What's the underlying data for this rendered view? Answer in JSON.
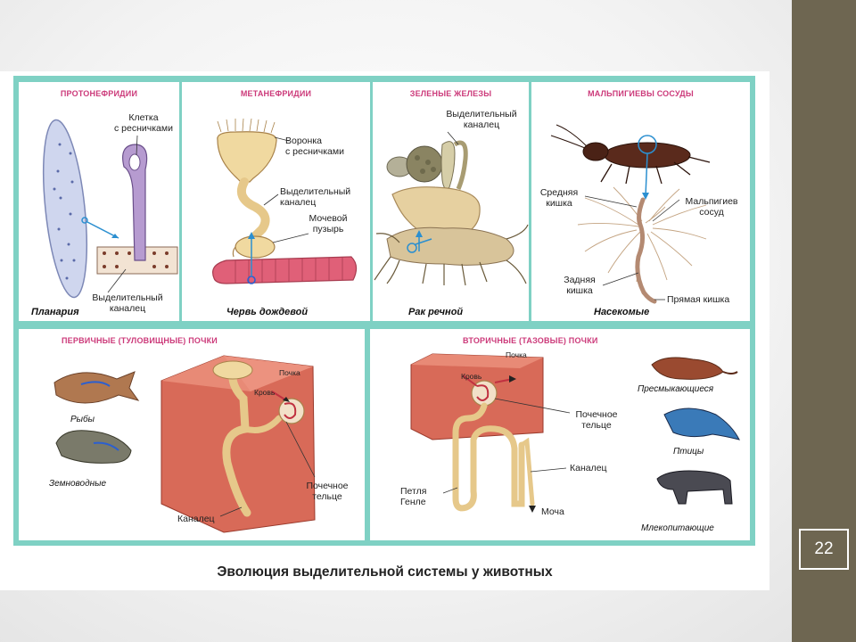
{
  "slide_number": "22",
  "caption": "Эволюция выделительной системы у животных",
  "panels": {
    "protonephridia": {
      "title": "ПРОТОНЕФРИДИИ",
      "cell_label": "Клетка\nс ресничками",
      "canal_label": "Выделительный\nканалец",
      "organism": "Планария"
    },
    "metanephridia": {
      "title": "МЕТАНЕФРИДИИ",
      "funnel_label": "Воронка\nс ресничками",
      "canal_label": "Выделительный\nканалец",
      "bladder_label": "Мочевой\nпузырь",
      "organism": "Червь дождевой"
    },
    "green_glands": {
      "title": "ЗЕЛЕНЫЕ ЖЕЛЕЗЫ",
      "canal_label": "Выделительный\nканалец",
      "organism": "Рак речной"
    },
    "malpighian": {
      "title": "МАЛЬПИГИЕВЫ СОСУДЫ",
      "midgut_label": "Средняя\nкишка",
      "vessel_label": "Мальпигиев\nсосуд",
      "hindgut_label": "Задняя\nкишка",
      "rectum_label": "Прямая кишка",
      "organism": "Насекомые"
    },
    "primary_kidney": {
      "title": "ПЕРВИЧНЫЕ (ТУЛОВИЩНЫЕ) ПОЧКИ",
      "kidney_label": "Почка",
      "blood_label": "Кровь",
      "corpuscle_label": "Почечное\nтельце",
      "canal_label": "Каналец",
      "fish": "Рыбы",
      "amphibians": "Земноводные"
    },
    "secondary_kidney": {
      "title": "ВТОРИЧНЫЕ (ТАЗОВЫЕ) ПОЧКИ",
      "kidney_label": "Почка",
      "blood_label": "Кровь",
      "corpuscle_label": "Почечное\nтельце",
      "canal_label": "Каналец",
      "loop_label": "Петля\nГенле",
      "urine_label": "Моча",
      "reptiles": "Пресмыкающиеся",
      "birds": "Птицы",
      "mammals": "Млекопитающие"
    }
  }
}
